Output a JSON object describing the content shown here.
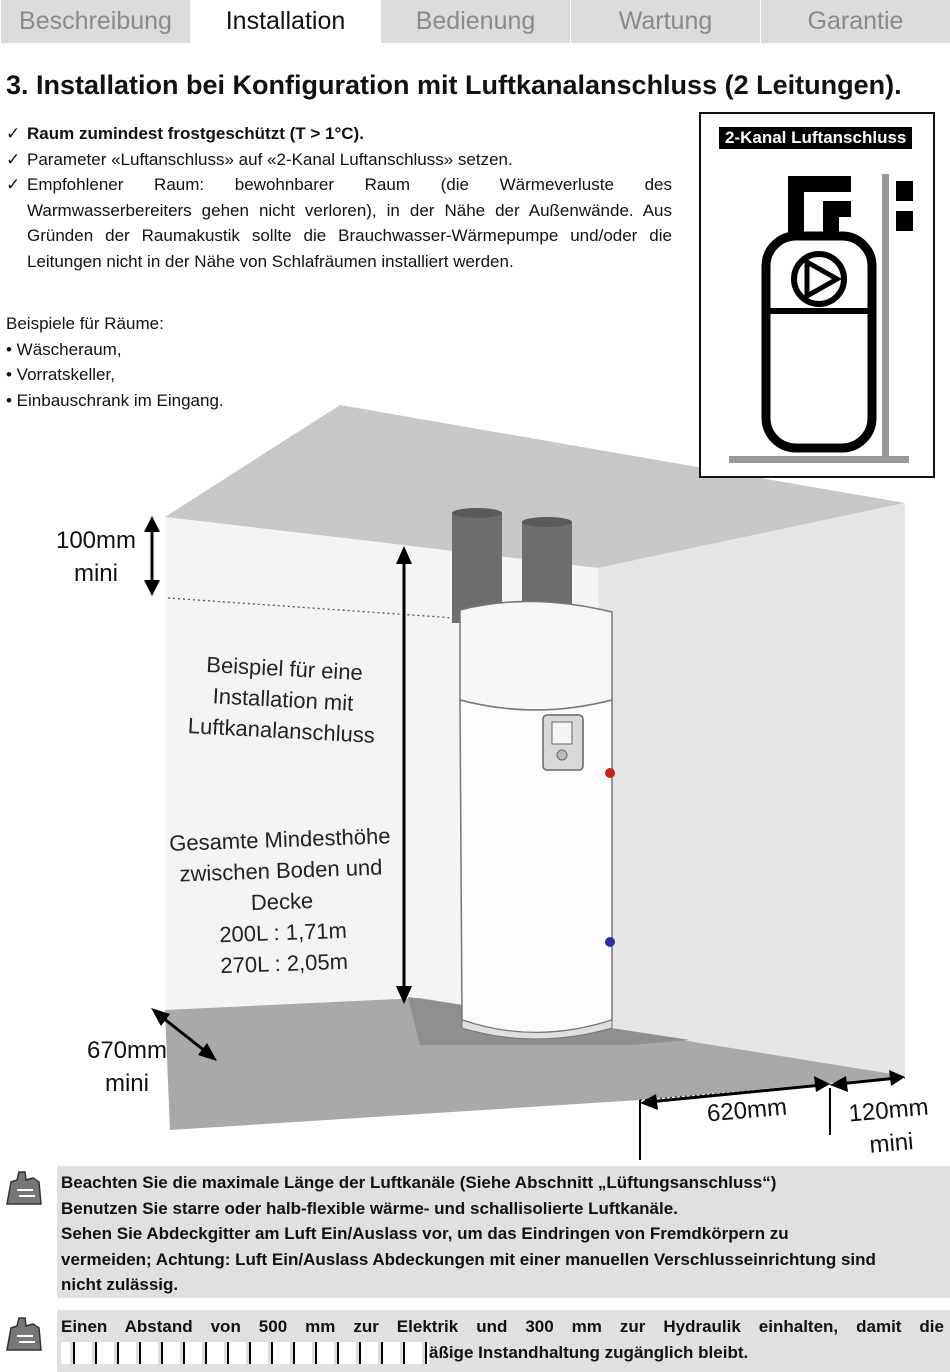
{
  "tabs": [
    "Beschreibung",
    "Installation",
    "Bedienung",
    "Wartung",
    "Garantie"
  ],
  "active_tab": 1,
  "title": "3. Installation bei Konfiguration mit Luftkanalanschluss (2 Leitungen).",
  "checklist": [
    "Raum zumindest frostgeschützt (T > 1°C).",
    "Parameter «Luftanschluss» auf «2-Kanal Luftanschluss» setzen.",
    "Empfohlener Raum: bewohnbarer Raum (die Wärmeverluste des Warmwasserbereiters gehen nicht verloren), in der Nähe der Außenwände. Aus Gründen der Raumakustik sollte die Brauchwasser-Wärmepumpe und/oder die Leitungen nicht in der Nähe von Schlafräumen installiert werden."
  ],
  "examples": {
    "heading": "Beispiele für Räume:",
    "items": [
      "• Wäscheraum,",
      "• Vorratskeller,",
      "• Einbauschrank im Eingang."
    ]
  },
  "kanal_label": "2-Kanal Luftanschluss",
  "scene": {
    "dim_top": [
      "100mm",
      "mini"
    ],
    "dim_left": [
      "670mm",
      "mini"
    ],
    "dim_front": "620mm",
    "dim_side": [
      "120mm",
      "mini"
    ],
    "example_text": [
      "Beispiel für eine",
      "Installation mit",
      "Luftkanalanschluss"
    ],
    "height_text": [
      "Gesamte Mindesthöhe",
      "zwischen Boden und",
      "Decke",
      "200L : 1,71m",
      "270L : 2,05m"
    ]
  },
  "notice1": [
    "Beachten Sie die maximale Länge der Luftkanäle (Siehe Abschnitt „Lüftungsanschluss“)",
    "Benutzen Sie starre oder halb-flexible wärme- und schallisolierte Luftkanäle.",
    "Sehen Sie Abdeckgitter am  Luft Ein/Auslass vor, um das Eindringen von Fremdkörpern zu",
    "vermeiden; Achtung: Luft Ein/Auslass Abdeckungen mit einer manuellen Verschlusseinrichtung sind",
    "nicht zulässig."
  ],
  "notice2": [
    "Einen Abstand von 500 mm zur Elektrik und 300 mm zur Hydraulik einhalten, damit die",
    "äßige Instandhaltung zugänglich bleibt."
  ],
  "colors": {
    "tab_bg": "#dcdcdc",
    "notice_bg": "#e0e0e0",
    "ceiling": "#c8c8c8",
    "wall_right": "#e8e8e8",
    "floor": "#a8a8a8"
  }
}
